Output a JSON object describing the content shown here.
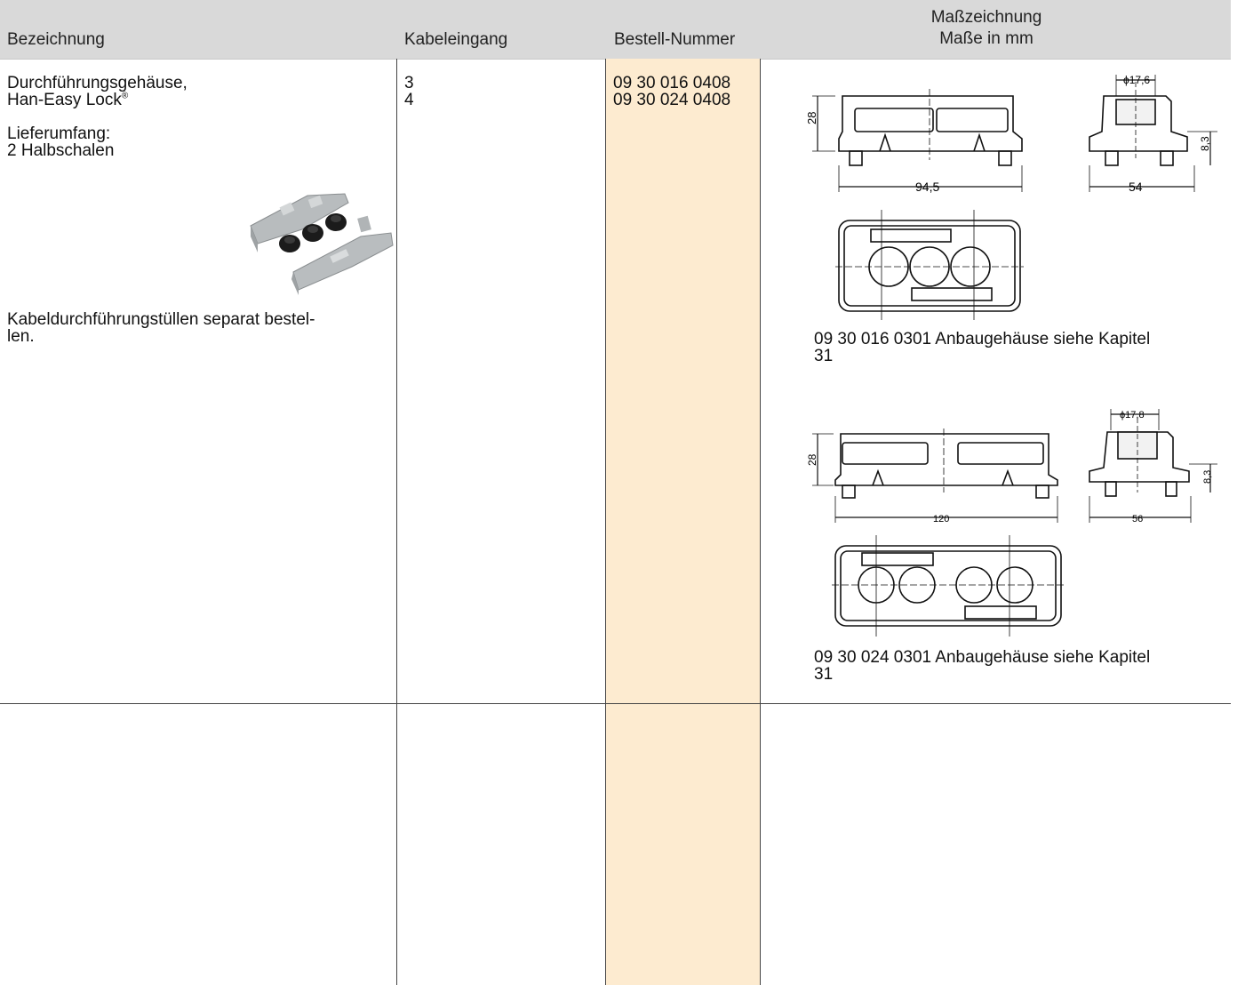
{
  "header": {
    "bezeichnung": "Bezeichnung",
    "kabeleingang": "Kabeleingang",
    "bestellnummer": "Bestell-Nummer",
    "masszeichnung_line1": "Maßzeichnung",
    "masszeichnung_line2": "Maße in mm"
  },
  "row1": {
    "title_line1": "Durchführungsgehäuse,",
    "title_line2": "Han-Easy Lock",
    "title_reg": "®",
    "lieferumfang_label": "Lieferumfang:",
    "lieferumfang_value": "2 Halbschalen",
    "note_line1": "Kabeldurchführungstüllen separat bestel-",
    "note_line2": "len.",
    "kabeleingang": [
      "3",
      "4"
    ],
    "bestellnummern": [
      "09 30 016 0408",
      "09 30 024 0408"
    ],
    "drawing1": {
      "dim_height": "28",
      "dim_length": "94,5",
      "dim_diameter": "ϕ17,6",
      "dim_side_height": "8,3",
      "dim_width": "54",
      "caption_line1": "09 30 016 0301 Anbaugehäuse siehe Kapitel",
      "caption_line2": "31"
    },
    "drawing2": {
      "dim_height": "28",
      "dim_length": "120",
      "dim_diameter": "ϕ17,8",
      "dim_side_height": "8,3",
      "dim_width": "56",
      "caption_line1": "09 30 024 0301 Anbaugehäuse siehe Kapitel",
      "caption_line2": "31"
    }
  },
  "colors": {
    "header_bg": "#d9d9d9",
    "order_column_bg": "#fdebd0",
    "rule": "#444444"
  }
}
